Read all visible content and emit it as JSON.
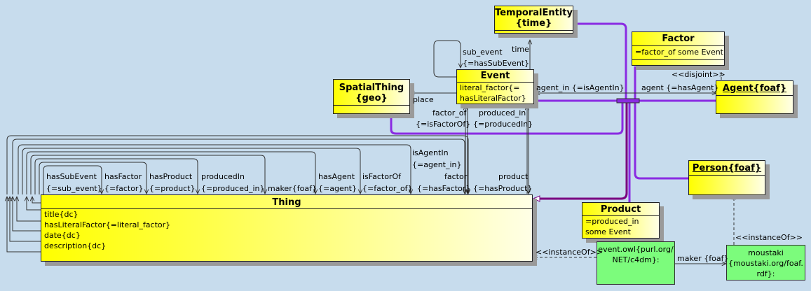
{
  "classes": {
    "temporal": {
      "title_line1": "TemporalEntity",
      "title_line2": "{time}"
    },
    "factor": {
      "title": "Factor",
      "attr": "=factor_of some Event"
    },
    "event": {
      "title": "Event",
      "attr_line1": "literal_factor{=",
      "attr_line2": "hasLiteralFactor}"
    },
    "spatial": {
      "title_line1": "SpatialThing",
      "title_line2": "{geo}"
    },
    "agent": {
      "title": "Agent{foaf}"
    },
    "person": {
      "title": "Person{foaf}"
    },
    "product": {
      "title": "Product",
      "attr_line1": "=produced_in",
      "attr_line2": "some Event"
    },
    "thing": {
      "title": "Thing",
      "attrs": [
        "title{dc}",
        "hasLiteralFactor{=literal_factor}",
        "date{dc}",
        "description{dc}"
      ]
    }
  },
  "instances": {
    "event_owl": {
      "line1": "event.owl{purl.org/",
      "line2": "NET/c4dm}:"
    },
    "moustaki": {
      "line1": "moustaki",
      "line2": "{moustaki.org/foaf.",
      "line3": "rdf}:"
    }
  },
  "labels": {
    "time": "time",
    "sub_event_1": "sub_event",
    "sub_event_2": "{=hasSubEvent}",
    "disjoint": "<<disjoint>>",
    "agent_in": "agent_in  {=isAgentIn}",
    "agent": "agent  {=hasAgent}",
    "place": "place",
    "factor_of_1": "factor_of",
    "factor_of_2": "{=isFactorOf}",
    "produced_in_1": "produced_in",
    "produced_in_2": "{=producedIn}",
    "is_agent_in_1": "isAgentIn",
    "is_agent_in_2": "{=agent_in}",
    "has_sub_event_1": "hasSubEvent",
    "has_sub_event_2": "{=sub_event}",
    "has_factor_1": "hasFactor",
    "has_factor_2": "{=factor}",
    "has_product_1": "hasProduct",
    "has_product_2": "{=product}",
    "produced_in_t1": "producedIn",
    "produced_in_t2": "{=produced_in}",
    "maker": "maker{foaf}",
    "has_agent_1": "hasAgent",
    "has_agent_2": "{=agent}",
    "is_factor_of_1": "isFactorOf",
    "is_factor_of_2": "{=factor_of}",
    "factor_1": "factor",
    "factor_2": "{=hasFactor}",
    "product_1": "product",
    "product_2": "{=hasProduct}",
    "instance_of_1": "<<instanceOf>>",
    "instance_of_2": "<<instanceOf>>",
    "maker_foaf": "maker {foaf}"
  },
  "colors": {
    "background": "#c7dced",
    "class_fill": "#ffff00",
    "instance_fill": "#7cfc7c",
    "purple_line": "#8a2be2",
    "dark_purple_line": "#7a0080",
    "line": "#333333"
  }
}
